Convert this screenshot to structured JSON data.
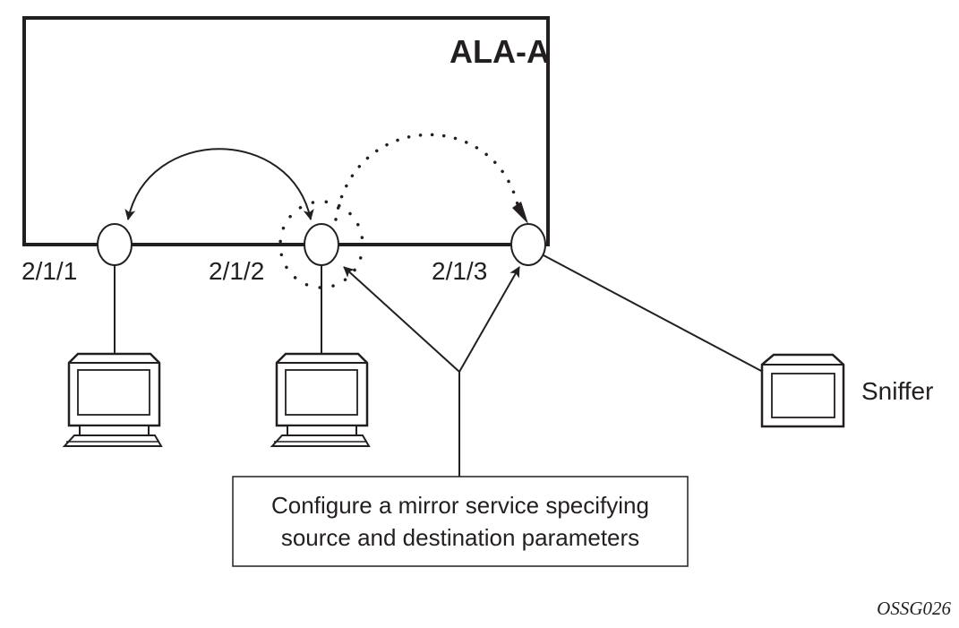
{
  "diagram": {
    "router": {
      "name": "ALA-A"
    },
    "ports": [
      {
        "id": "port-1",
        "label": "2/1/1"
      },
      {
        "id": "port-2",
        "label": "2/1/2"
      },
      {
        "id": "port-3",
        "label": "2/1/3"
      }
    ],
    "hosts": [
      {
        "id": "host-1",
        "type": "computer",
        "connected_port": "2/1/1"
      },
      {
        "id": "host-2",
        "type": "computer",
        "connected_port": "2/1/2"
      },
      {
        "id": "sniffer",
        "type": "monitor",
        "label": "Sniffer",
        "connected_port": "2/1/3"
      }
    ],
    "flows": [
      {
        "type": "solid-bidirectional",
        "between": [
          "2/1/1",
          "2/1/2"
        ]
      },
      {
        "type": "dotted-mirror",
        "from": "2/1/2",
        "to": "2/1/3"
      }
    ],
    "callout": {
      "line1": "Configure a mirror service specifying",
      "line2": "source and destination parameters",
      "points_to": [
        "2/1/2",
        "2/1/3"
      ]
    },
    "figure_id": "OSSG026"
  },
  "colors": {
    "stroke": "#231f20",
    "background": "#ffffff"
  }
}
